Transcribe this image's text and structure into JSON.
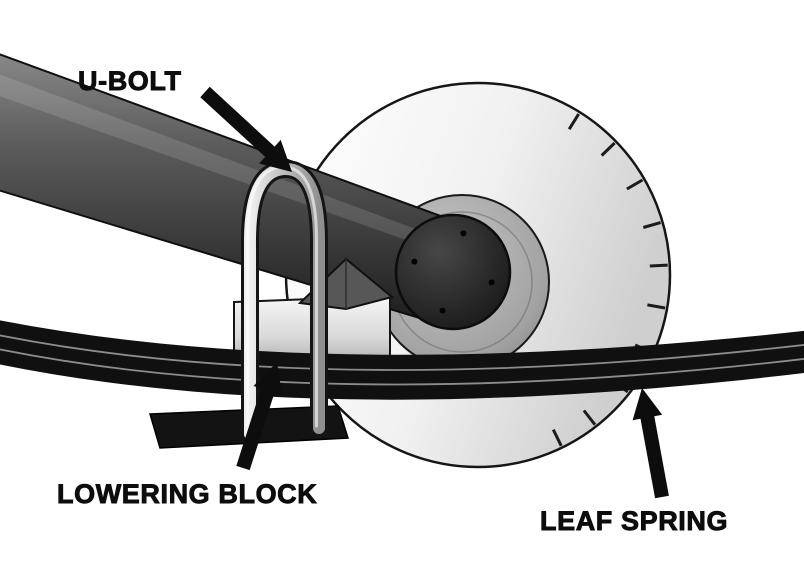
{
  "figure": {
    "type": "technical-illustration",
    "subject": "rear-axle lowering block assembly",
    "labels": {
      "u_bolt": "U-BOLT",
      "lowering_block": "LOWERING BLOCK",
      "leaf_spring": "LEAF SPRING"
    },
    "colors": {
      "background": "#ffffff",
      "ink": "#0d0d0d",
      "axle_dark": "#1d1d1d",
      "axle_light": "#8a8a8a",
      "rotor_light": "#ffffff",
      "rotor_shade": "#cfcfcf",
      "block_light": "#f5f5f5",
      "block_shade": "#969696",
      "bolt_silver": "#c9c9c9"
    }
  }
}
